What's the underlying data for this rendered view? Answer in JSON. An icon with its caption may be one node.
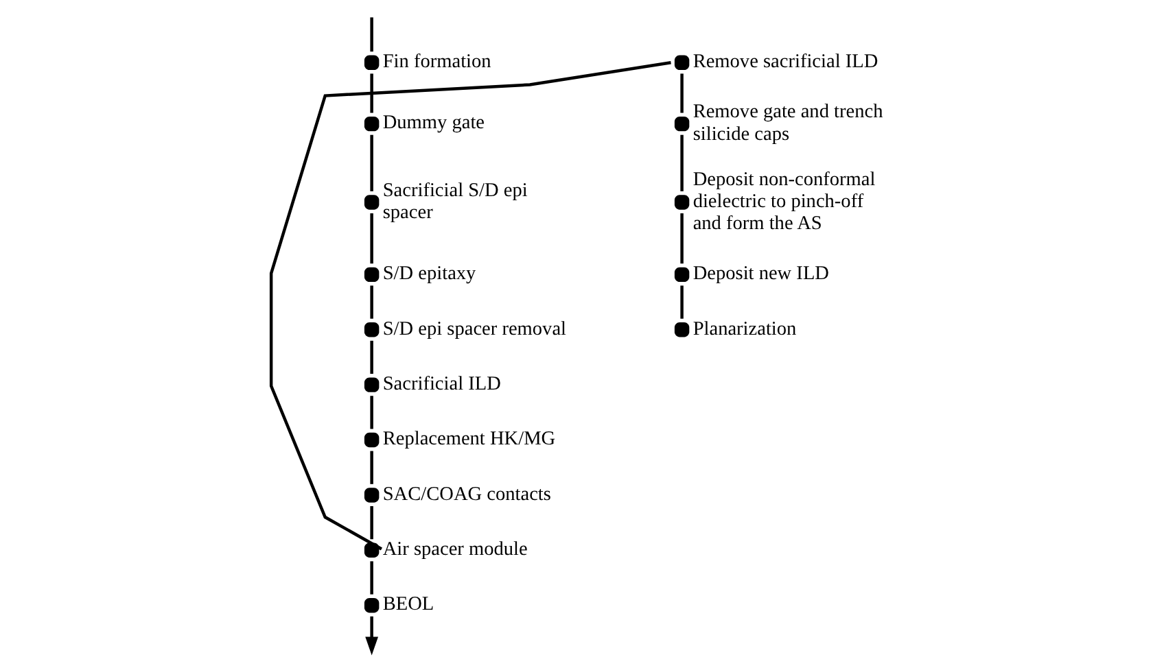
{
  "diagram": {
    "nodes": [
      {
        "text": [
          "Fin formation"
        ]
      },
      {
        "text": [
          "Dummy gate"
        ]
      },
      {
        "text": [
          "Sacrificial S/D epi spacer"
        ]
      },
      {
        "text": [
          "S/D epitaxy"
        ]
      },
      {
        "text": [
          "S/D epi spacer removal"
        ]
      },
      {
        "text": [
          "Sacrificial ILD"
        ]
      },
      {
        "text": [
          "Replacement HK/MG"
        ]
      },
      {
        "text": [
          "SAC/COAG contacts"
        ]
      },
      {
        "text": [
          "Air spacer module"
        ]
      },
      {
        "text": [
          "BEOL"
        ]
      },
      {
        "text": [
          "Remove sacrificial ILD"
        ]
      },
      {
        "text": [
          "Remove gate and trench silicide caps"
        ]
      },
      {
        "text": [
          "Deposit non-conformal dielectric to pinch-off and form the AS"
        ]
      },
      {
        "text": [
          "Deposit new ILD"
        ]
      },
      {
        "text": [
          "Planarization"
        ]
      }
    ],
    "edges": [
      {
        "from": null,
        "to": 0,
        "arrow": "none"
      },
      {
        "from": 0,
        "to": 1,
        "arrow": "none"
      },
      {
        "from": 1,
        "to": 2,
        "arrow": "none"
      },
      {
        "from": 2,
        "to": 3,
        "arrow": "none"
      },
      {
        "from": 3,
        "to": 4,
        "arrow": "none"
      },
      {
        "from": 4,
        "to": 5,
        "arrow": "none"
      },
      {
        "from": 5,
        "to": 6,
        "arrow": "none"
      },
      {
        "from": 6,
        "to": 7,
        "arrow": "none"
      },
      {
        "from": 7,
        "to": 8,
        "arrow": "none"
      },
      {
        "from": 8,
        "to": 9,
        "arrow": "none"
      },
      {
        "from": 9,
        "to": null,
        "arrow": "to"
      },
      {
        "from": 8,
        "to": 10,
        "arrow": "none"
      },
      {
        "from": 10,
        "to": 11,
        "arrow": "none"
      },
      {
        "from": 11,
        "to": 12,
        "arrow": "none"
      },
      {
        "from": 12,
        "to": 13,
        "arrow": "none"
      },
      {
        "from": 13,
        "to": 14,
        "arrow": "none"
      }
    ]
  }
}
